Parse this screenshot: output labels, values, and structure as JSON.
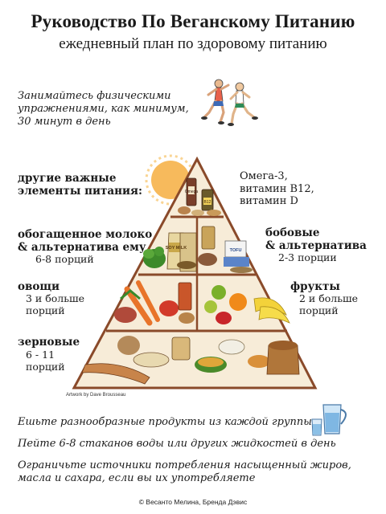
{
  "header": {
    "title": "Руководство По Веганскому Питанию",
    "subtitle": "ежедневный план по здоровому питанию"
  },
  "exercise": {
    "text_lines": [
      "Занимайтесь физическими",
      "упражнениями, как минимум,",
      "30 минут в  день"
    ],
    "icon": "runners-icon"
  },
  "pyramid": {
    "artwork_credit": "Artwork by Dave Brousseau",
    "levels": {
      "other": {
        "label_lines": [
          "другие важные",
          "элементы питания:"
        ],
        "details": [
          "Омега-3,",
          "витамин B12,",
          "витамин D"
        ]
      },
      "milk": {
        "label_lines": [
          "обогащенное молоко",
          "& альтернатива ему"
        ],
        "portion": "6-8 порций"
      },
      "legumes": {
        "label_lines": [
          "бобовые",
          "& альтернатива"
        ],
        "portion": "2-3 порции"
      },
      "vegetables": {
        "label": "овощи",
        "portion_lines": [
          "3 и больше",
          "порций"
        ]
      },
      "fruits": {
        "label": "фрукты",
        "portion_lines": [
          "2 и больше",
          "порций"
        ]
      },
      "grains": {
        "label": "зерновые",
        "portion_lines": [
          "6 - 11",
          "порций"
        ]
      }
    },
    "package_labels": {
      "omega": "Omega",
      "b12": "B12",
      "soy_milk": "SOY MILK",
      "tofu": "TOFU"
    }
  },
  "tips": [
    "Ешьте разнообразные продукты из каждой группы",
    "Пейте 6-8 стаканов воды или других жидкостей в день",
    "Ограничьте источники потребления насыщенный жиров,",
    "масла и сахара, если вы их употребляете"
  ],
  "footer": "© Весанто Мелина, Бренда Дэвис",
  "colors": {
    "pyramid_fill": "#f7ecd8",
    "pyramid_edge": "#8a4a2a",
    "sun": "#f6b24a"
  }
}
